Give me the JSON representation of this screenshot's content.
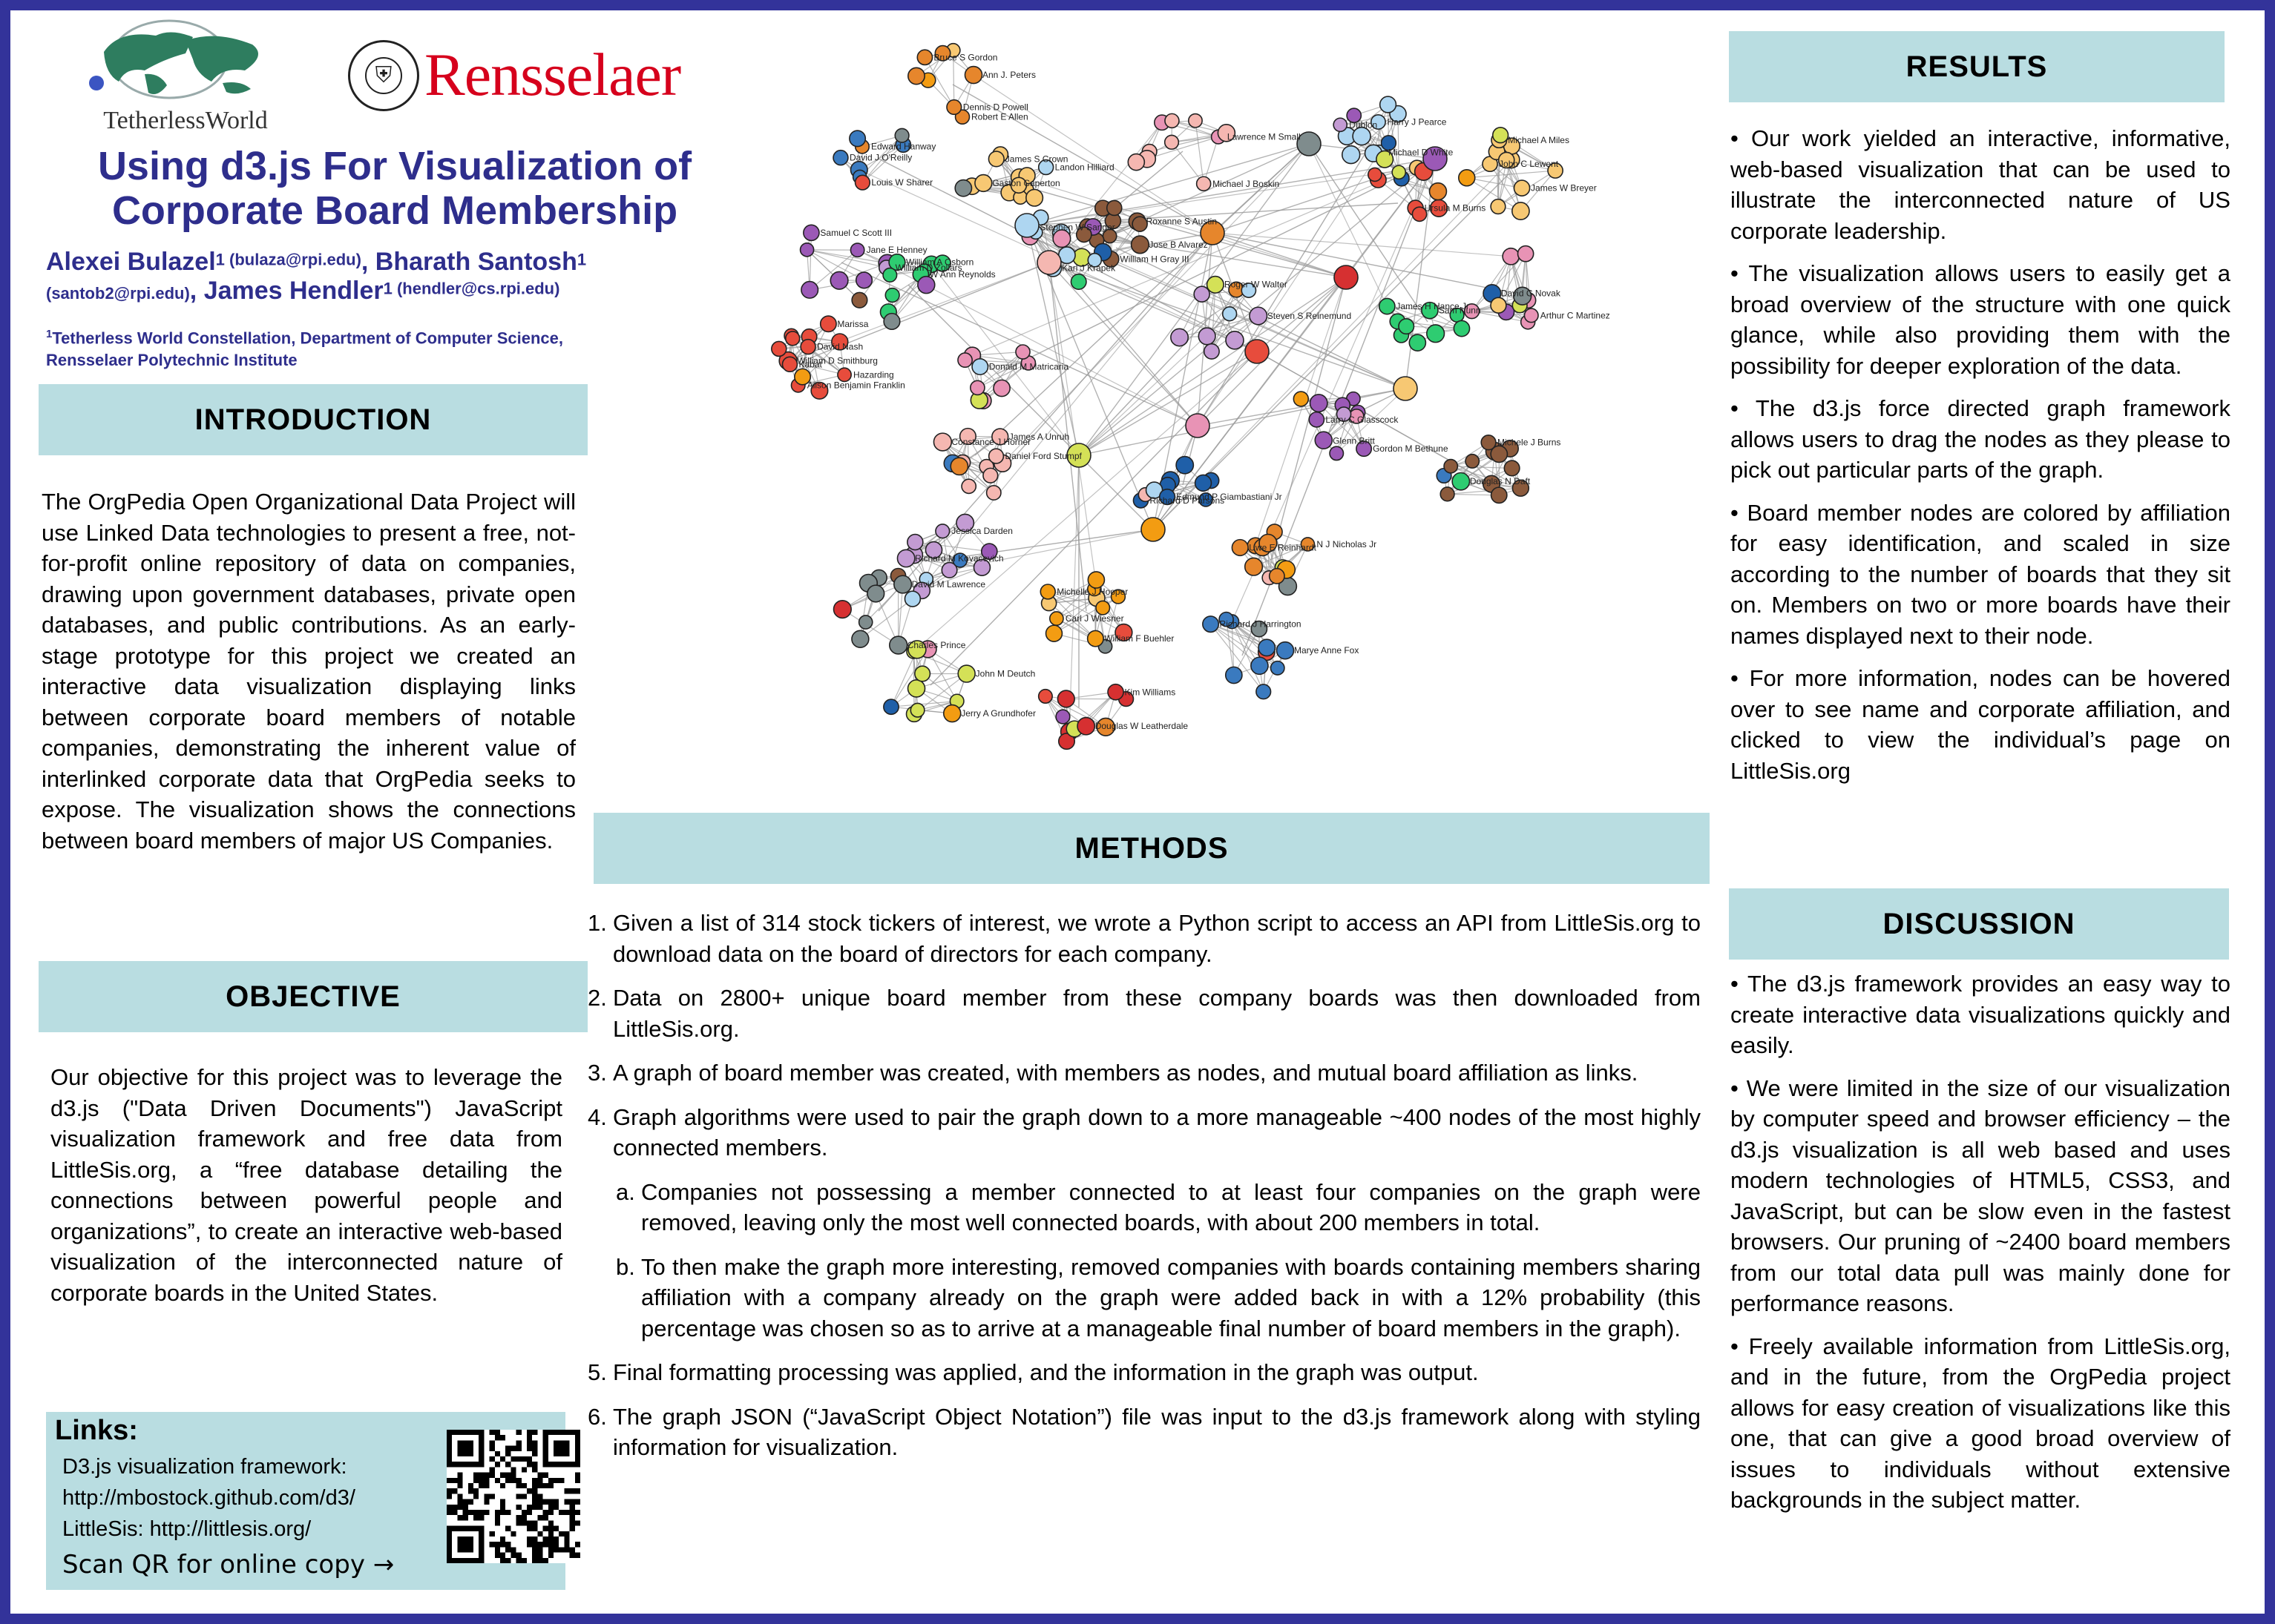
{
  "logos": {
    "tetherless": "TetherlessWorld",
    "rensselaer": "Rensselaer"
  },
  "title": {
    "line1": "Using d3.js For Visualization of",
    "line2": "Corporate Board Membership"
  },
  "authors": {
    "a1_name": "Alexei Bulazel",
    "a1_sup": "1 (bulaza@rpi.edu)",
    "a2_name": ", Bharath Santosh",
    "a2_sup": "1",
    "a2_email": "(santob2@rpi.edu)",
    "a3_name": ", James Hendler",
    "a3_sup": "1 (hendler@cs.rpi.edu)"
  },
  "affiliation": {
    "sup": "1",
    "line1": "Tetherless World Constellation, Department of Computer Science,",
    "line2": "Rensselaer Polytechnic Institute"
  },
  "introduction": {
    "heading": "INTRODUCTION",
    "text": "The OrgPedia Open Organizational Data Project will use Linked Data technologies to present a free, not-for-profit online repository of data on companies, drawing upon government databases, private open databases, and public contributions. As an early-stage prototype for this project we created an interactive data visualization displaying links between corporate board members of notable companies, demonstrating the inherent value of interlinked corporate data that OrgPedia seeks to expose. The visualization shows the connections between board members of major US Companies."
  },
  "objective": {
    "heading": "OBJECTIVE",
    "text": "Our objective for this project was to leverage the d3.js (\"Data Driven Documents\") JavaScript visualization framework and free data from LittleSis.org, a “free database detailing the connections between powerful people and organizations”, to create an interactive web-based visualization of the interconnected nature of corporate boards in the United States."
  },
  "links": {
    "title": "Links:",
    "line1": "D3.js visualization framework:",
    "line2": "http://mbostock.github.com/d3/",
    "line3": "LittleSis: http://littlesis.org/",
    "scan": "Scan QR for online copy →"
  },
  "methods": {
    "heading": "METHODS",
    "items": [
      {
        "num": "1.",
        "text": "Given a list of 314 stock tickers of interest, we wrote a Python script to access an API from LittleSis.org to download data on the board of directors for each company."
      },
      {
        "num": "2.",
        "text": "Data on 2800+ unique board member from these company boards was then downloaded from LittleSis.org."
      },
      {
        "num": "3.",
        "text": "A graph of board member was created, with members as nodes, and mutual board affiliation as links."
      },
      {
        "num": "4.",
        "text": "Graph algorithms were used to pair the graph down to a more manageable ~400 nodes of the most highly connected members."
      },
      {
        "num": "a.",
        "text": "Companies not possessing a member connected to at least four companies on the graph were removed, leaving only the most well connected boards, with about 200 members in total."
      },
      {
        "num": "b.",
        "text": "To then make the graph more interesting, removed companies with boards containing members sharing affiliation with a company already on the graph were added back in with a 12% probability (this percentage was chosen so as to arrive at a manageable final number of board members in the graph)."
      },
      {
        "num": "5.",
        "text": "Final formatting processing was applied, and the information in the graph was output."
      },
      {
        "num": "6.",
        "text": "The graph JSON (“JavaScript Object Notation”) file was input to the d3.js framework along with styling information for visualization."
      }
    ]
  },
  "results": {
    "heading": "RESULTS",
    "bullets": [
      "• Our work yielded an interactive, informative, web-based visualization that can be used to illustrate the interconnected nature of US corporate leadership.",
      "• The visualization allows users to easily get a broad overview of the structure with one quick glance, while also providing them with the possibility for deeper exploration of the data.",
      "• The d3.js force directed graph framework allows users to drag the nodes as they please to pick out particular parts of the graph.",
      "• Board member nodes are colored by affiliation for easy identification, and scaled in size according to the number of boards that they sit on. Members on two or more boards have their names displayed next to their node.",
      "• For more information, nodes can be hovered over to see name and corporate affiliation, and clicked to view the individual’s page on LittleSis.org"
    ]
  },
  "discussion": {
    "heading": "DISCUSSION",
    "bullets": [
      "• The d3.js framework provides an easy way to create interactive data visualizations quickly and easily.",
      "• We were limited in the size of our visualization by computer speed and browser efficiency – the d3.js visualization is all web based and uses modern technologies of HTML5, CSS3, and JavaScript, but can be slow even in the fastest browsers. Our pruning of ~2400 board members from our total data pull was mainly done for performance reasons.",
      "• Freely available information from LittleSis.org, and in the future, from the OrgPedia project allows for easy creation of visualizations like this one, that can give a good broad overview of issues to individuals without extensive backgrounds in the subject matter."
    ]
  },
  "graph": {
    "labels": [
      "Ann J. Peters",
      "Bruce S Gordon",
      "Louis W Sharer",
      "David J O'Reilly",
      "Samuel C Scott III",
      "William D Smithburg",
      "David Nash",
      "Hazarding",
      "William A Osborn",
      "W Ann Reynolds",
      "Landon Hilliard",
      "Gaston Caperton",
      "James S Crown",
      "Donald M Matricaria",
      "William H Gray III",
      "Roxanne S Austin",
      "Jose B Alvarez",
      "Karl J Krapek",
      "Stephen W Sanger",
      "Constance J Horner",
      "James A Unruh",
      "Daniel Ford Stumpf",
      "Jessica Darden",
      "Richard M Kovacevich",
      "David M Lawrence",
      "Charles Prince",
      "John M Deutch",
      "Jerry A Grundhofer",
      "Richard D Parsons",
      "Edmund P Giambastiani Jr",
      "Carl J Wiesner",
      "William F Buehler",
      "Michelle J Hooper",
      "Douglas W Leatherdale",
      "Kim Williams",
      "Uwe E Reinhardt",
      "N J Nicholas Jr",
      "Marye Anne Fox",
      "Richard J Harrington",
      "Glenn Britt",
      "Gordon M Bethune",
      "Larry C Glasscock",
      "Ursula M Burns",
      "James H Hance Jr",
      "Sam Nunn",
      "John C Lewent",
      "Michael A Miles",
      "James W Breyer",
      "David C Novak",
      "Arthur C Martinez",
      "Douglas N Daft",
      "Michele J Burns",
      "Michael D White",
      "Dublon",
      "Harry J Pearce",
      "Lawrence M Small",
      "Michael J Boskin",
      "Roger W Walter",
      "Steven S Reinemund",
      "Robert E Allen",
      "Dennis D Powell",
      "Edward Hanway",
      "Jane E Henney",
      "William D Zollars",
      "Kabat",
      "Alison Benjamin Franklin",
      "Marissa"
    ]
  }
}
